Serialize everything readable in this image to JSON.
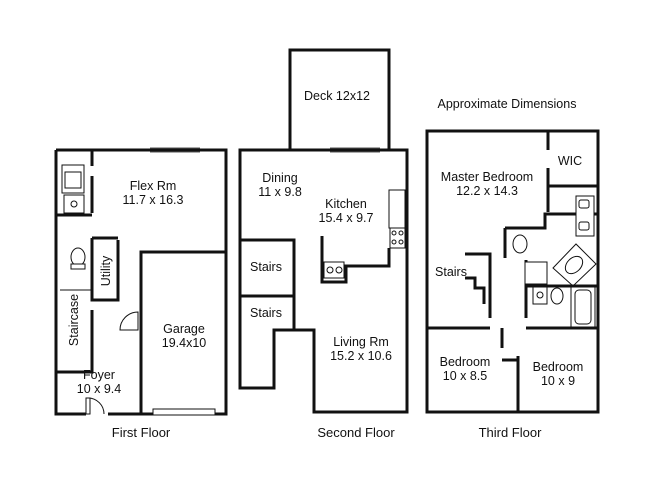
{
  "title": "Approximate Dimensions",
  "floors": {
    "first": {
      "label": "First Floor",
      "rooms": {
        "flex_name": "Flex Rm",
        "flex_dims": "11.7 x 16.3",
        "utility": "Utility",
        "staircase": "Staircase",
        "garage_name": "Garage",
        "garage_dims": "19.4x10",
        "foyer_name": "Foyer",
        "foyer_dims": "10 x 9.4"
      }
    },
    "second": {
      "label": "Second Floor",
      "rooms": {
        "deck": "Deck 12x12",
        "dining_name": "Dining",
        "dining_dims": "11 x 9.8",
        "kitchen_name": "Kitchen",
        "kitchen_dims": "15.4 x 9.7",
        "stairs_upper": "Stairs",
        "stairs_lower": "Stairs",
        "living_name": "Living Rm",
        "living_dims": "15.2 x 10.6"
      }
    },
    "third": {
      "label": "Third Floor",
      "rooms": {
        "master_name": "Master Bedroom",
        "master_dims": "12.2 x 14.3",
        "wic": "WIC",
        "stairs": "Stairs",
        "bed1_name": "Bedroom",
        "bed1_dims": "10 x 8.5",
        "bed2_name": "Bedroom",
        "bed2_dims": "10 x 9"
      }
    }
  },
  "colors": {
    "walls": "#111111",
    "background": "#ffffff"
  }
}
